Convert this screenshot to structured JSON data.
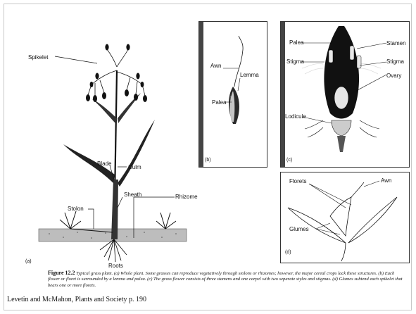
{
  "figure": {
    "panels": {
      "a": {
        "letter": "(a)",
        "labels": {
          "spikelet": "Spikelet",
          "blade": "Blade",
          "culm": "Culm",
          "sheath": "Sheath",
          "stolon": "Stolon",
          "rhizome": "Rhizome",
          "roots": "Roots"
        }
      },
      "b": {
        "letter": "(b)",
        "labels": {
          "awn": "Awn",
          "lemma": "Lemma",
          "palea": "Palea"
        }
      },
      "c": {
        "letter": "(c)",
        "labels": {
          "palea": "Palea",
          "stigma_left": "Stigma",
          "stamen": "Stamen",
          "stigma_right": "Stigma",
          "ovary": "Ovary",
          "lodicule": "Lodicule"
        }
      },
      "d": {
        "letter": "(d)",
        "labels": {
          "florets": "Florets",
          "awn": "Awn",
          "glumes": "Glumes"
        }
      }
    },
    "caption": {
      "title": "Figure 12.2",
      "subtitle": "Typical grass plant.",
      "text": "(a) Whole plant. Some grasses can reproduce vegetatively through stolons or rhizomes; however, the major cereal crops lack these structures. (b) Each flower or floret is surrounded by a lemma and palea. (c) The grass flower consists of three stamens and one carpel with two separate styles and stigmas. (d) Glumes subtend each spikelet that bears one or more florets."
    }
  },
  "citation": "Levetin and McMahon, Plants and Society p. 190",
  "colors": {
    "ink": "#111111",
    "paper": "#ffffff",
    "border": "#c8c8c8"
  }
}
